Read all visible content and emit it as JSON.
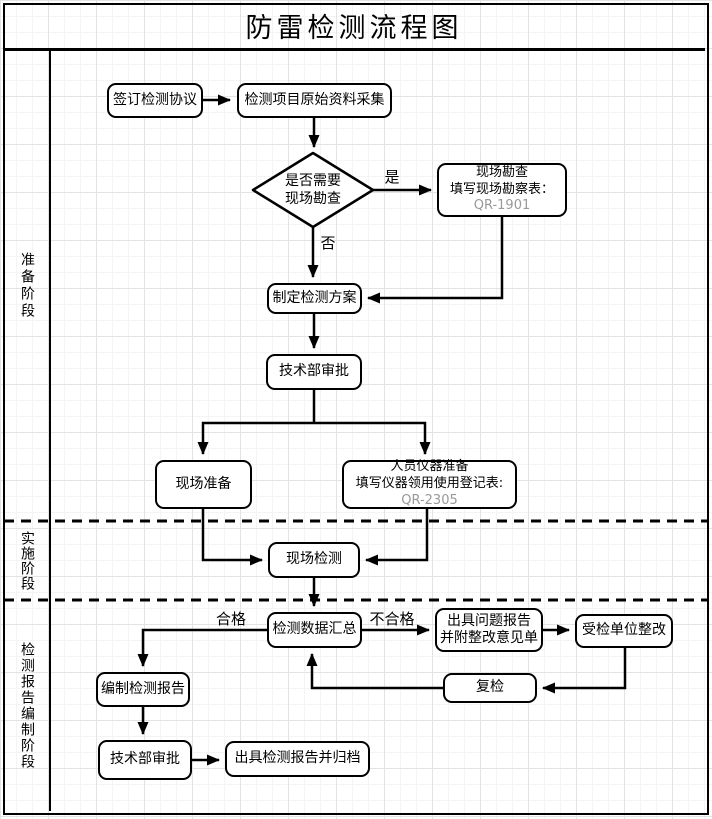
{
  "title": "防雷检测流程图",
  "phases": {
    "prep": "准备阶段",
    "impl": "实施阶段",
    "report": "检测报告编制阶段"
  },
  "nodes": {
    "sign_agreement": "签订检测协议",
    "collect_data": "检测项目原始资料采集",
    "decision_line1": "是否需要",
    "decision_line2": "现场勘查",
    "survey_line1": "现场勘查",
    "survey_line2": "填写现场勘察表：",
    "survey_code": "QR-1901",
    "make_plan": "制定检测方案",
    "tech_approval_1": "技术部审批",
    "site_prep": "现场准备",
    "equip_line1": "人员仪器准备",
    "equip_line2": "填写仪器领用使用登记表:",
    "equip_code": "QR-2305",
    "site_detection": "现场检测",
    "data_summary": "检测数据汇总",
    "problem_line1": "出具问题报告",
    "problem_line2": "并附整改意见单",
    "unit_rectify": "受检单位整改",
    "recheck": "复检",
    "compile_report": "编制检测报告",
    "tech_approval_2": "技术部审批",
    "issue_report": "出具检测报告并归档"
  },
  "edge_labels": {
    "yes": "是",
    "no": "否",
    "qualified": "合格",
    "unqualified": "不合格"
  },
  "colors": {
    "line": "#000000",
    "box_fill": "#ffffff",
    "box_border": "#000000",
    "code_text": "#999999",
    "grid_minor": "#f4f4f4",
    "grid_major": "#e3e3e3"
  }
}
